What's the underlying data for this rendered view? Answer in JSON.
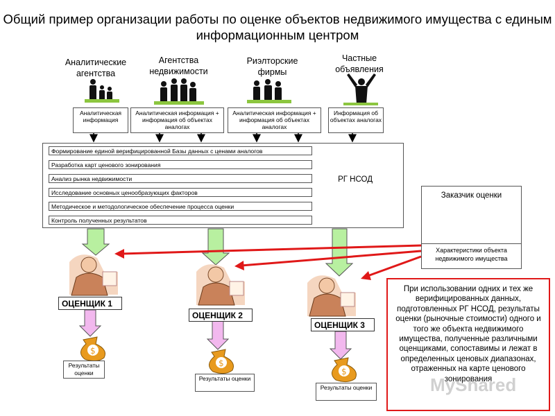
{
  "title": "Общий пример организации работы по оценке объектов недвижимого имущества с единым информационным центром",
  "sources": [
    {
      "label": "Аналитические агентства",
      "box": "Аналитическая информация"
    },
    {
      "label": "Агентства недвижимости",
      "box": "Аналитическая информация + информация об объектах аналогах"
    },
    {
      "label": "Риэлторские фирмы",
      "box": "Аналитическая информация + информация об объектах аналогах"
    },
    {
      "label": "Частные объявления",
      "box": "Информация об объектах аналогах"
    }
  ],
  "center": {
    "name": "РГ НСОД",
    "tasks": [
      "Формирование единой верифицированной Базы данных с ценами аналогов",
      "Разработка карт ценового зонирования",
      "Анализ рынка недвижимости",
      "Исследование основных ценообразующих факторов",
      "Методическое и методологическое обеспечение процесса оценки",
      "Контроль полученных результатов"
    ]
  },
  "client": {
    "title": "Заказчик оценки",
    "characteristics": "Характеристики объекта недвижимого имущества"
  },
  "appraisers": [
    {
      "label": "ОЦЕНЩИК 1",
      "result": "Результаты оценки"
    },
    {
      "label": "ОЦЕНЩИК 2",
      "result": "Результаты оценки"
    },
    {
      "label": "ОЦЕНЩИК 3",
      "result": "Результаты оценки"
    }
  ],
  "note": "При использовании одних и тех же верифицированных данных, подготовленных РГ НСОД, результаты оценки (рыночные стоимости) одного и того же объекта недвижимого имущества, полученные различными оценщиками, сопоставимы и лежат в определенных ценовых диапазонах, отраженных на карте ценового зонирования",
  "watermark": "MyShared",
  "colors": {
    "arrow_green": "#b8f0a0",
    "arrow_pink": "#f2b8ee",
    "arrow_red": "#e01818",
    "note_border": "#e01818"
  }
}
